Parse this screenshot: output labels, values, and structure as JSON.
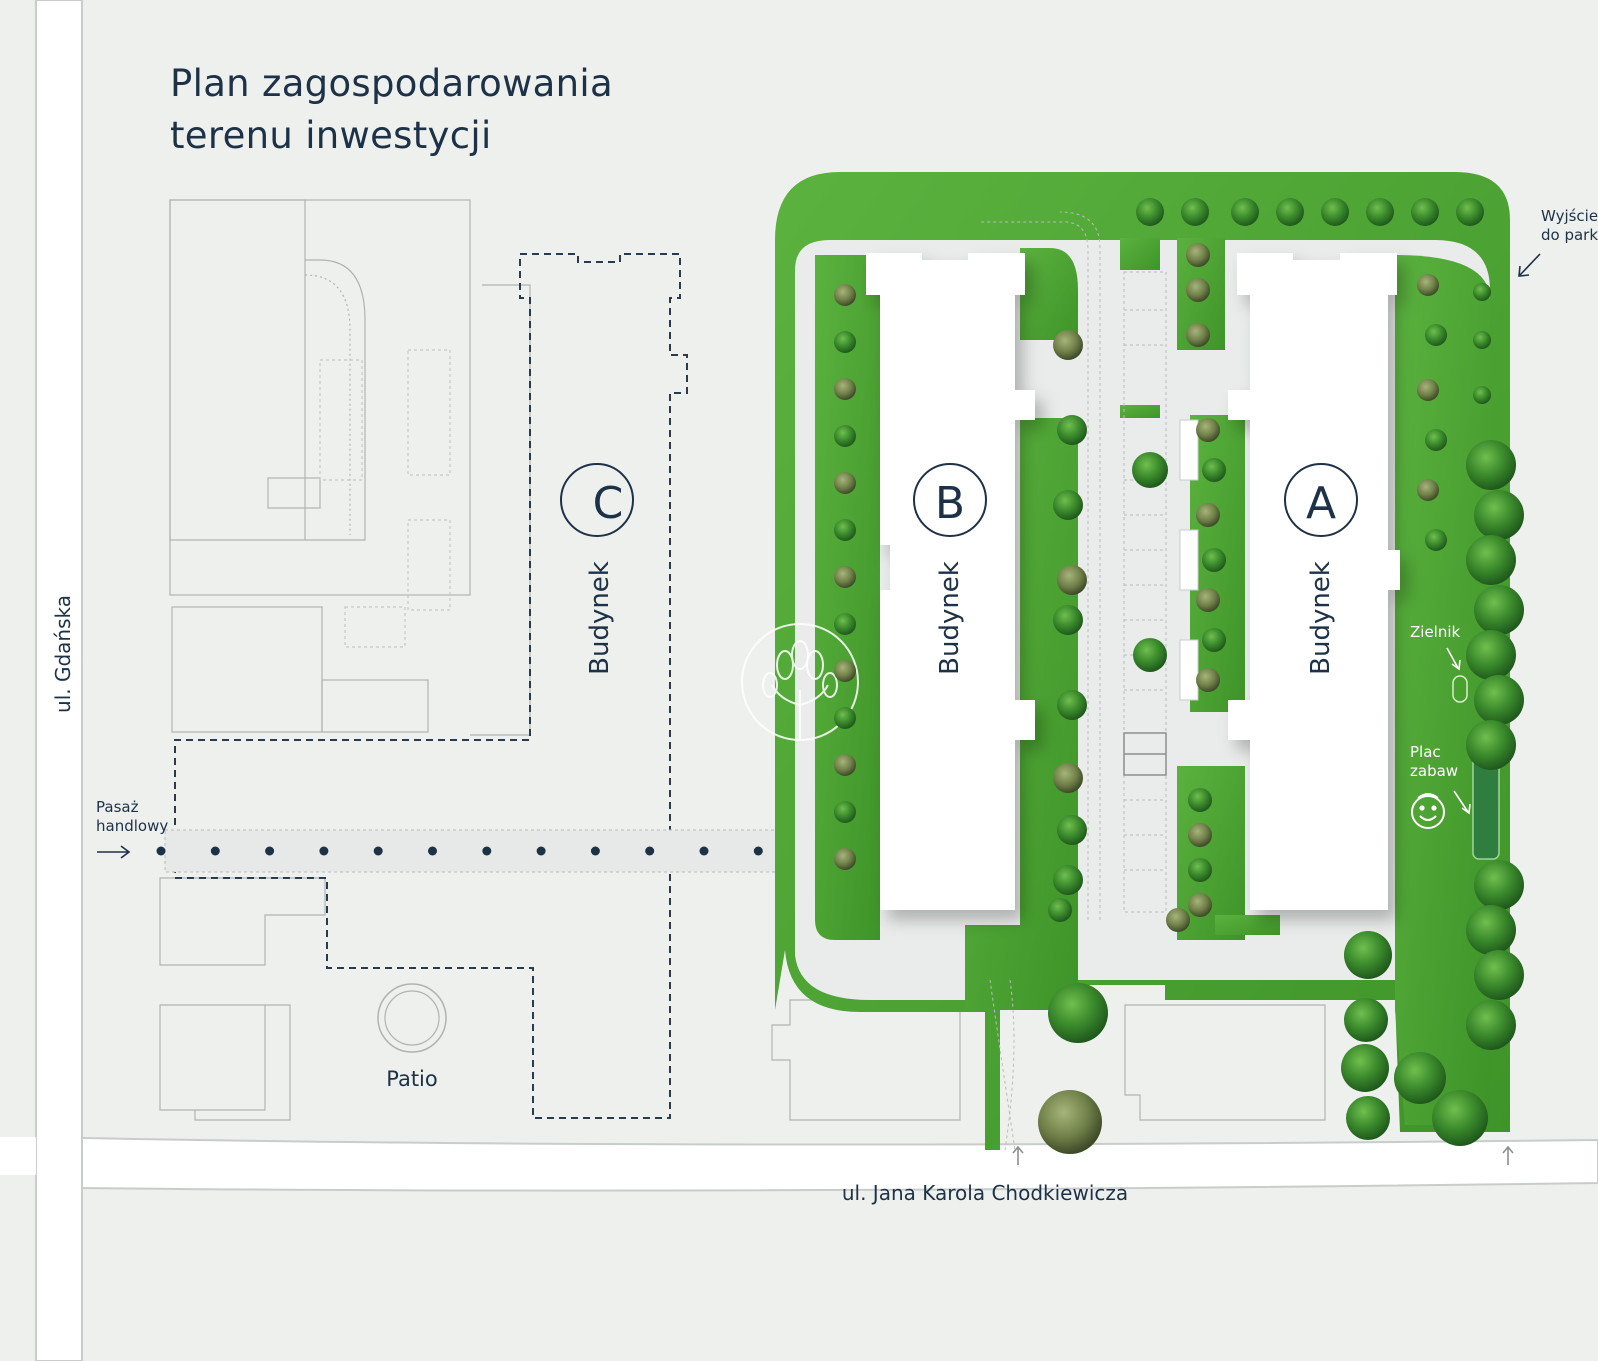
{
  "title": {
    "line1": "Plan zagospodarowania",
    "line2": "terenu inwestycji"
  },
  "streets": {
    "west": "ul. Gdańska",
    "south": "ul. Jana Karola Chodkiewicza"
  },
  "buildings": [
    {
      "letter": "A",
      "label": "Budynek"
    },
    {
      "letter": "B",
      "label": "Budynek"
    },
    {
      "letter": "C",
      "label": "Budynek"
    }
  ],
  "labels": {
    "passage_line1": "Pasaż",
    "passage_line2": "handlowy",
    "exit_line1": "Wyjście",
    "exit_line2": "do park",
    "herb_garden": "Zielnik",
    "playground_line1": "Plac",
    "playground_line2": "zabaw",
    "patio": "Patio"
  },
  "icons": {
    "playground": "smiley-face-icon",
    "watermark": "tree-logo-icon",
    "arrows": "arrow-icon"
  },
  "colors": {
    "background": "#eef0ee",
    "grass": "#4aa233",
    "grass_dark": "#2f7d22",
    "tree": "#2f6f2a",
    "building": "#ffffff",
    "text": "#1d3147",
    "outline": "#b7bcbb"
  }
}
